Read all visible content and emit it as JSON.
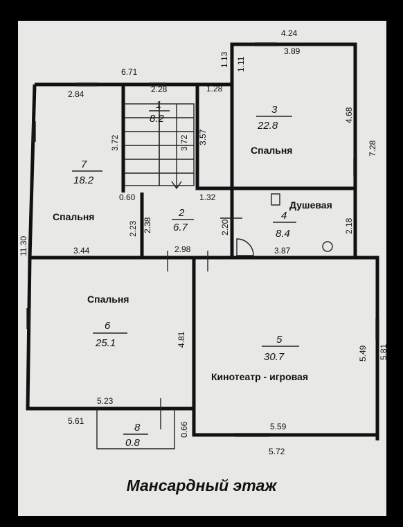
{
  "title": "Мансардный этаж",
  "dimensions": {
    "top_3": "4.24",
    "top_3_inner": "3.89",
    "top_mid": "6.71",
    "w_113": "1.13",
    "w_111": "1.11",
    "r7_top": "2.84",
    "stair_top": "2.28",
    "r3_left_top": "1.28",
    "r7_right": "3.72",
    "stair_h": "3.72",
    "r3_left_h": "3.57",
    "r3_right_h": "4.68",
    "right_728": "7.28",
    "w_060": "0.60",
    "w_132": "1.32",
    "w_223": "2.23",
    "w_238": "2.38",
    "w_220": "2.20",
    "w_218": "2.18",
    "r7_bottom": "3.44",
    "r2_bottom": "2.98",
    "r4_bottom": "3.87",
    "left_1130": "11.30",
    "r6_right": "4.81",
    "r5_right": "5.49",
    "right_581": "5.81",
    "r6_bottom": "5.23",
    "r8_left": "5.61",
    "w_066": "0.66",
    "r5_bottom": "5.59",
    "bottom_572": "5.72"
  },
  "rooms": [
    {
      "num": "1",
      "area": "8.2",
      "label": ""
    },
    {
      "num": "2",
      "area": "6.7",
      "label": ""
    },
    {
      "num": "3",
      "area": "22.8",
      "label": "Спальня"
    },
    {
      "num": "4",
      "area": "8.4",
      "label": "Душевая"
    },
    {
      "num": "5",
      "area": "30.7",
      "label": "Кинотеатр - игровая"
    },
    {
      "num": "6",
      "area": "25.1",
      "label": "Спальня"
    },
    {
      "num": "7",
      "area": "18.2",
      "label": "Спальня"
    },
    {
      "num": "8",
      "area": "0.8",
      "label": ""
    }
  ]
}
